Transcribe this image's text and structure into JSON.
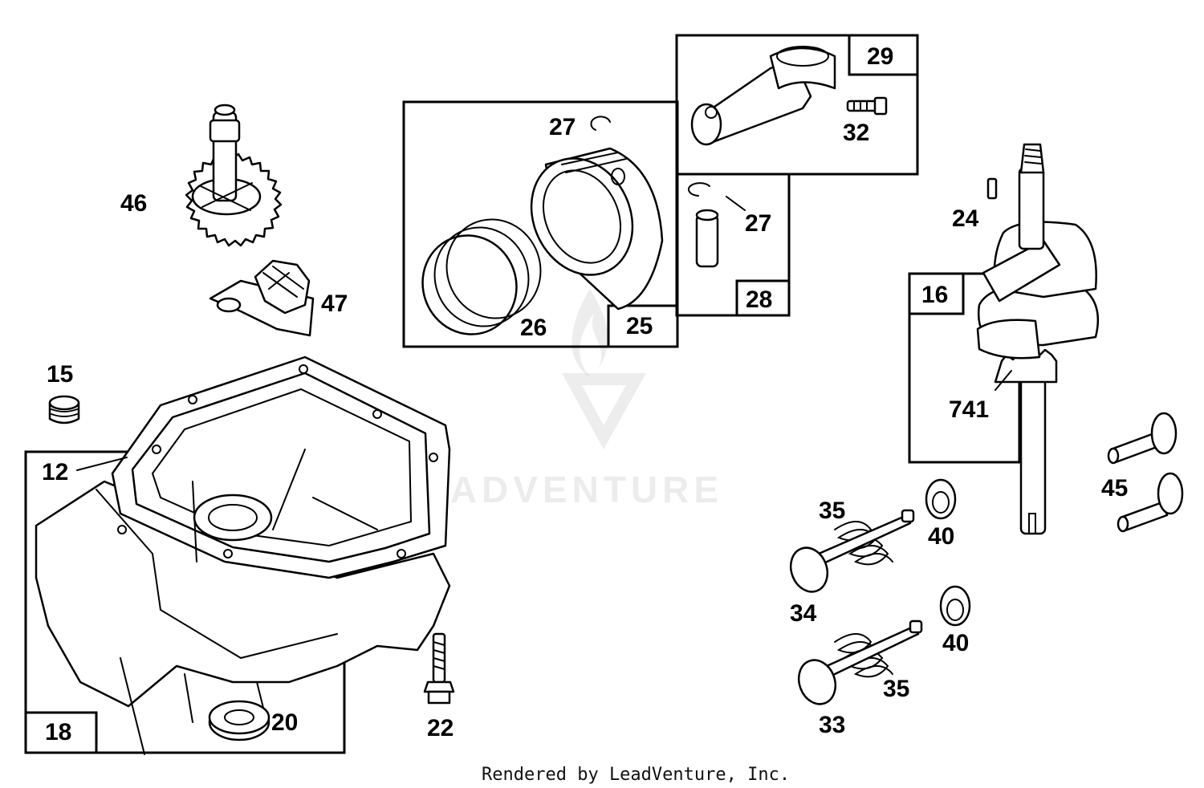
{
  "labels": {
    "l46": "46",
    "l47": "47",
    "l15": "15",
    "l12": "12",
    "l18": "18",
    "l20": "20",
    "l22": "22",
    "l27a": "27",
    "l25": "25",
    "l26": "26",
    "l29": "29",
    "l32": "32",
    "l27b": "27",
    "l28": "28",
    "l24": "24",
    "l16": "16",
    "l741": "741",
    "l45": "45",
    "l35a": "35",
    "l40a": "40",
    "l34": "34",
    "l40b": "40",
    "l35b": "35",
    "l33": "33"
  },
  "watermark": "LEADVENTURE",
  "footer": "Rendered by LeadVenture, Inc."
}
